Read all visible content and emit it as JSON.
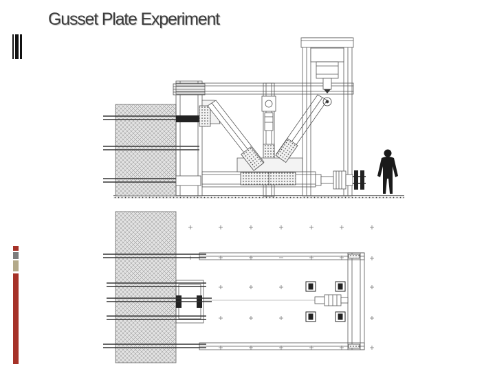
{
  "slide": {
    "title": "Gusset Plate Experiment"
  },
  "colors": {
    "title_text": "#3b3b3b",
    "title_bar": "#111111",
    "accent_red": "#a63228",
    "accent_gray": "#7c7c7c",
    "accent_tan": "#b3a98a",
    "line": "#555555",
    "concrete_fill": "#d9d9d9",
    "person": "#1a1a1a"
  },
  "figure": {
    "elevation_view": {
      "components": [
        "reaction-wall",
        "actuator-frame",
        "beam",
        "column",
        "braces",
        "gusset-plate",
        "loading-actuator",
        "person-scale"
      ]
    },
    "plan_view": {
      "components": [
        "reaction-wall",
        "frame-rails",
        "anchor-blocks",
        "actuator",
        "floor-anchor-grid"
      ]
    }
  }
}
